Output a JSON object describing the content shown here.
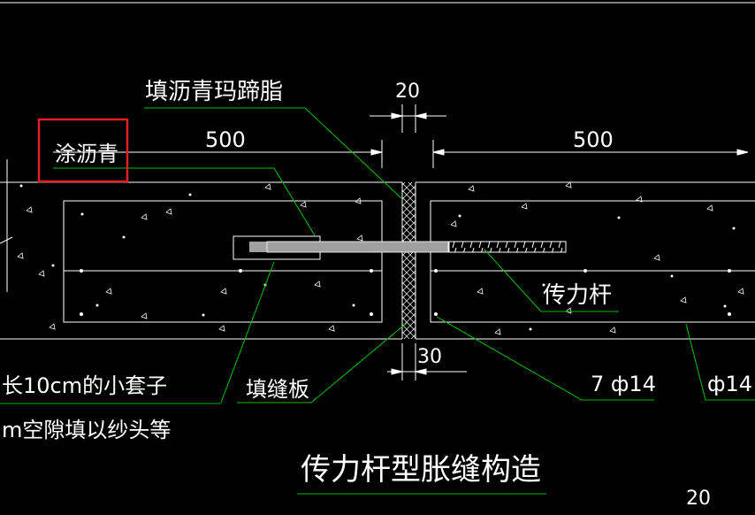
{
  "labels": {
    "fill_asphalt": "填沥青玛蹄脂",
    "coat_asphalt": "涂沥青",
    "dim_20_top": "20",
    "dim_500_left": "500",
    "dim_500_right": "500",
    "dim_30": "30",
    "dowel_bar": "传力杆",
    "sleeve_note_1": "长10cm的小套子",
    "sleeve_note_2": "m空隙填以纱头等",
    "filler_board": "填缝板",
    "rebar_7phi14": "7 ф14",
    "rebar_phi14": "ф14 @",
    "title": "传力杆型胀缝构造",
    "dim_20_bottom": "20"
  },
  "colors": {
    "background": "#000000",
    "lines": "#ffffff",
    "leaders": "#00c000",
    "highlight": "#e02020",
    "bar": "#a0a0a0"
  }
}
